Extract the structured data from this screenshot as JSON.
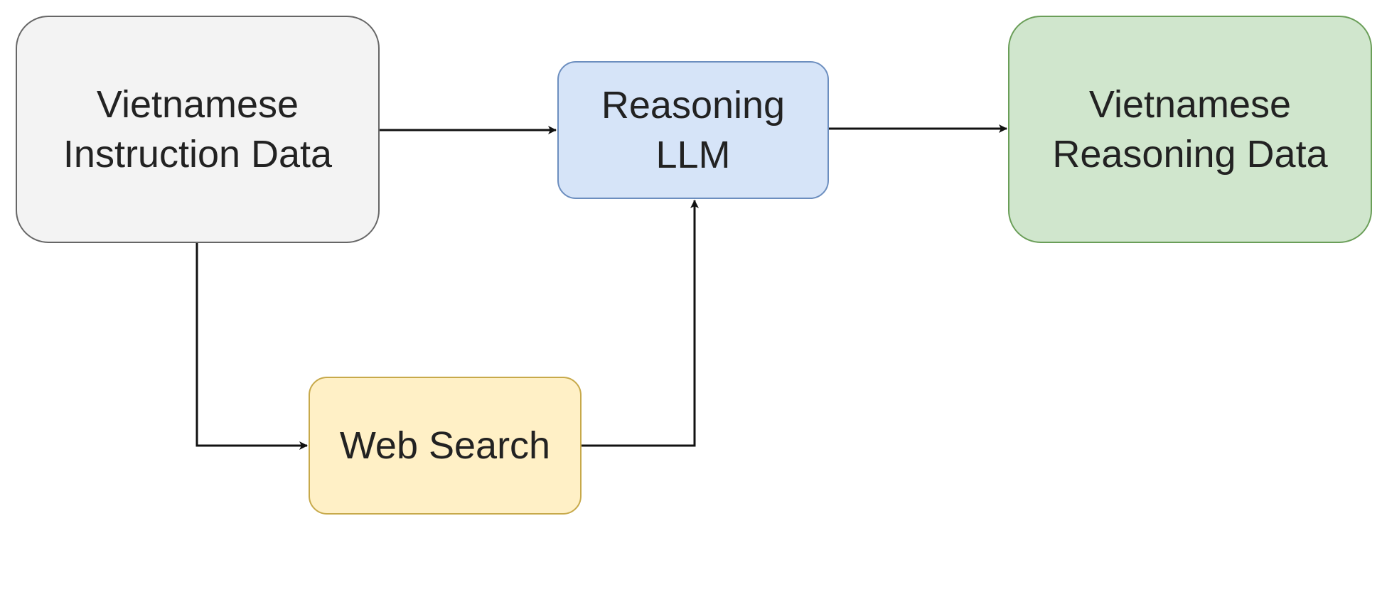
{
  "nodes": {
    "instruction": {
      "lines": [
        "Vietnamese",
        "Instruction Data"
      ],
      "fill": "#f3f3f3",
      "stroke": "#666666"
    },
    "llm": {
      "lines": [
        "Reasoning",
        "LLM"
      ],
      "fill": "#d6e4f8",
      "stroke": "#6c8ebf"
    },
    "reasoning": {
      "lines": [
        "Vietnamese",
        "Reasoning Data"
      ],
      "fill": "#d0e6cd",
      "stroke": "#6a9e58"
    },
    "search": {
      "lines": [
        "Web Search"
      ],
      "fill": "#fff0c6",
      "stroke": "#c7a94a"
    }
  },
  "edges": [
    {
      "from": "instruction",
      "to": "llm"
    },
    {
      "from": "llm",
      "to": "reasoning"
    },
    {
      "from": "instruction",
      "to": "search"
    },
    {
      "from": "search",
      "to": "llm"
    }
  ],
  "colors": {
    "edge": "#111111",
    "text": "#222222"
  }
}
